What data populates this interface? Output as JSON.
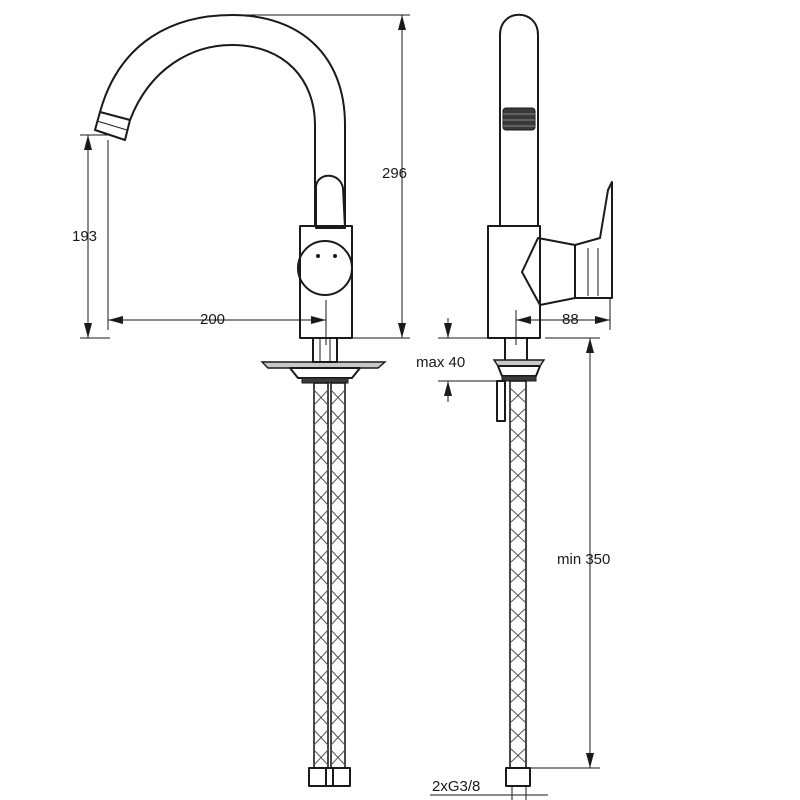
{
  "dimensions": {
    "height_total": "296",
    "spout_height": "193",
    "spout_reach": "200",
    "lever_depth": "88",
    "max_deck": "max 40",
    "min_hose": "min 350",
    "connection": "2xG3/8"
  },
  "icons": {
    "front_view": "faucet-front-view",
    "side_view": "faucet-side-view"
  }
}
